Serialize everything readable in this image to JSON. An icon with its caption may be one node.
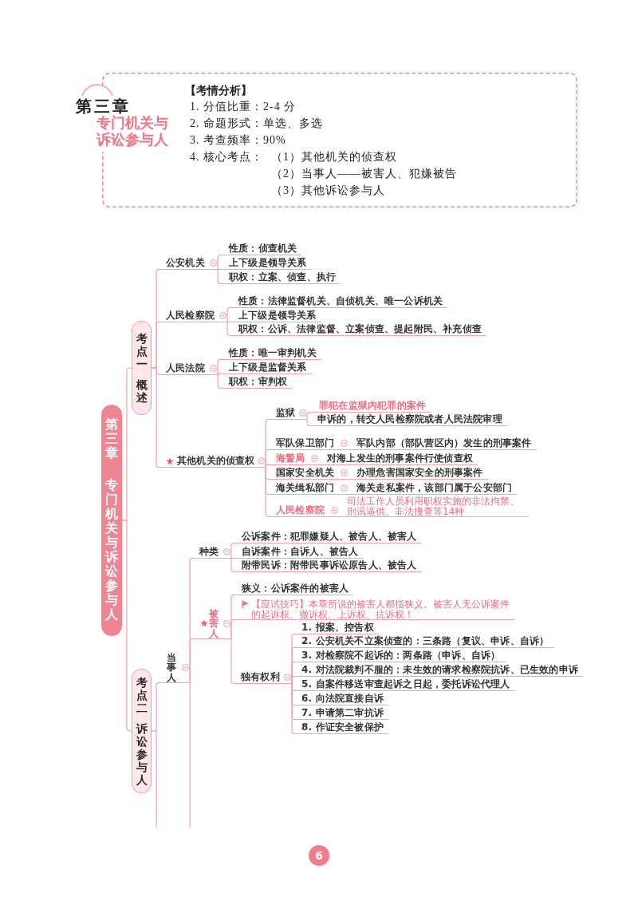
{
  "diagram": {
    "nodes": [
      {
        "text": [
          "第三章",
          "专门机关与诉讼参与人",
          "【考情分析】",
          "1. 分值比重：2-4 分",
          "2. 命题形式：单选、多选",
          "3. 考查频率：90%",
          "4. 核心考点：",
          "（1）其他机关的侦查权",
          "（2）当事人——被害人、犯嫌被告",
          "（3）其他诉讼参与人"
        ]
      },
      {
        "text": [
          "第三章",
          "专门机关与诉讼参与人"
        ]
      },
      {
        "text": [
          "考点一",
          "概述"
        ]
      },
      {
        "text": [
          "公安机关"
        ]
      },
      {
        "text": [
          "性质：侦查机关"
        ]
      },
      {
        "text": [
          "上下级是领导关系"
        ]
      },
      {
        "text": [
          "职权：立案、侦查、执行"
        ]
      },
      {
        "text": [
          "人民检察院"
        ]
      },
      {
        "text": [
          "性质：法律监督机关、自侦机关、唯一公诉机关"
        ]
      },
      {
        "text": [
          "上下级是领导关系"
        ]
      },
      {
        "text": [
          "职权：公诉、法律监督、立案侦查、提起附民、补充侦查"
        ]
      },
      {
        "text": [
          "人民法院"
        ]
      },
      {
        "text": [
          "性质：唯一审判机关"
        ]
      },
      {
        "text": [
          "上下级是监督关系"
        ]
      },
      {
        "text": [
          "职权：审判权"
        ]
      },
      {
        "text": [
          "其他机关的侦查权"
        ]
      },
      {
        "text": [
          "监狱"
        ]
      },
      {
        "text": [
          "罪犯在监狱内犯罪的案件"
        ]
      },
      {
        "text": [
          "申诉的，转交人民检察院或者人民法院审理"
        ]
      },
      {
        "text": [
          "军队保卫部门"
        ]
      },
      {
        "text": [
          "军队内部（部队营区内）发生的刑事案件"
        ]
      },
      {
        "text": [
          "海警局"
        ]
      },
      {
        "text": [
          "对海上发生的刑事案件行使侦查权"
        ]
      },
      {
        "text": [
          "国家安全机关"
        ]
      },
      {
        "text": [
          "办理危害国家安全的刑事案件"
        ]
      },
      {
        "text": [
          "海关缉私部门"
        ]
      },
      {
        "text": [
          "海关走私案件，该部门属于公安部门"
        ]
      },
      {
        "text": [
          "人民检察院"
        ]
      },
      {
        "text": [
          "司法工作人员利用职权实施的非法拘禁、刑讯逼供、非法搜查等14种"
        ]
      },
      {
        "text": [
          "考点二",
          "诉讼参与人"
        ]
      },
      {
        "text": [
          "当事人"
        ]
      },
      {
        "text": [
          "种类"
        ]
      },
      {
        "text": [
          "公诉案件：犯罪嫌疑人、被告人、被害人"
        ]
      },
      {
        "text": [
          "自诉案件：自诉人、被告人"
        ]
      },
      {
        "text": [
          "附带民诉：附带民事诉讼原告人、被告人"
        ]
      },
      {
        "text": [
          "被害人"
        ]
      },
      {
        "text": [
          "狭义：公诉案件的被害人"
        ]
      },
      {
        "text": [
          "【应试技巧】本章所说的被害人都指狭义。被害人无公诉案件的起诉权、撤诉权、上诉权、抗诉权！"
        ]
      },
      {
        "text": [
          "独有权利"
        ]
      },
      {
        "text": [
          "1. 报案、控告权"
        ]
      },
      {
        "text": [
          "2. 公安机关不立案侦查的：三条路（复议、申诉、自诉）"
        ]
      },
      {
        "text": [
          "3. 对检察院不起诉的：两条路（申诉、自诉）"
        ]
      },
      {
        "text": [
          "4. 对法院裁判不服的：未生效的请求检察院抗诉、已生效的申诉"
        ]
      },
      {
        "text": [
          "5. 自案件移送审查起诉之日起，委托诉讼代理人"
        ]
      },
      {
        "text": [
          "6. 向法院直接自诉"
        ]
      },
      {
        "text": [
          "7. 申请第二审抗诉"
        ]
      },
      {
        "text": [
          "8. 作证安全被保护"
        ]
      }
    ],
    "edges": [
      {
        "from": 1,
        "to": 2,
        "arrow": "none"
      },
      {
        "from": 1,
        "to": 29,
        "arrow": "none"
      },
      {
        "from": 2,
        "to": 3,
        "arrow": "none"
      },
      {
        "from": 2,
        "to": 7,
        "arrow": "none"
      },
      {
        "from": 2,
        "to": 11,
        "arrow": "none"
      },
      {
        "from": 2,
        "to": 15,
        "arrow": "none"
      },
      {
        "from": 3,
        "to": 4,
        "arrow": "none"
      },
      {
        "from": 3,
        "to": 5,
        "arrow": "none"
      },
      {
        "from": 3,
        "to": 6,
        "arrow": "none"
      },
      {
        "from": 7,
        "to": 8,
        "arrow": "none"
      },
      {
        "from": 7,
        "to": 9,
        "arrow": "none"
      },
      {
        "from": 7,
        "to": 10,
        "arrow": "none"
      },
      {
        "from": 11,
        "to": 12,
        "arrow": "none"
      },
      {
        "from": 11,
        "to": 13,
        "arrow": "none"
      },
      {
        "from": 11,
        "to": 14,
        "arrow": "none"
      },
      {
        "from": 15,
        "to": 16,
        "arrow": "none"
      },
      {
        "from": 15,
        "to": 19,
        "arrow": "none"
      },
      {
        "from": 15,
        "to": 21,
        "arrow": "none"
      },
      {
        "from": 15,
        "to": 23,
        "arrow": "none"
      },
      {
        "from": 15,
        "to": 25,
        "arrow": "none"
      },
      {
        "from": 15,
        "to": 27,
        "arrow": "none"
      },
      {
        "from": 16,
        "to": 17,
        "arrow": "none"
      },
      {
        "from": 16,
        "to": 18,
        "arrow": "none"
      },
      {
        "from": 19,
        "to": 20,
        "arrow": "none"
      },
      {
        "from": 21,
        "to": 22,
        "arrow": "none"
      },
      {
        "from": 23,
        "to": 24,
        "arrow": "none"
      },
      {
        "from": 25,
        "to": 26,
        "arrow": "none"
      },
      {
        "from": 27,
        "to": 28,
        "arrow": "none"
      },
      {
        "from": 29,
        "to": 30,
        "arrow": "none"
      },
      {
        "from": 29,
        "to": null,
        "arrow": "none"
      },
      {
        "from": 30,
        "to": 31,
        "arrow": "none"
      },
      {
        "from": 30,
        "to": 35,
        "arrow": "none"
      },
      {
        "from": 30,
        "to": null,
        "arrow": "none"
      },
      {
        "from": 31,
        "to": 32,
        "arrow": "none"
      },
      {
        "from": 31,
        "to": 33,
        "arrow": "none"
      },
      {
        "from": 31,
        "to": 34,
        "arrow": "none"
      },
      {
        "from": 35,
        "to": 36,
        "arrow": "none"
      },
      {
        "from": 35,
        "to": 37,
        "arrow": "none"
      },
      {
        "from": 35,
        "to": 38,
        "arrow": "none"
      },
      {
        "from": 38,
        "to": 39,
        "arrow": "none"
      },
      {
        "from": 38,
        "to": 40,
        "arrow": "none"
      },
      {
        "from": 38,
        "to": 41,
        "arrow": "none"
      },
      {
        "from": 38,
        "to": 42,
        "arrow": "none"
      },
      {
        "from": 38,
        "to": 43,
        "arrow": "none"
      },
      {
        "from": 38,
        "to": 44,
        "arrow": "none"
      },
      {
        "from": 38,
        "to": 45,
        "arrow": "none"
      },
      {
        "from": 38,
        "to": 46,
        "arrow": "none"
      }
    ],
    "labels": [
      "6"
    ]
  }
}
